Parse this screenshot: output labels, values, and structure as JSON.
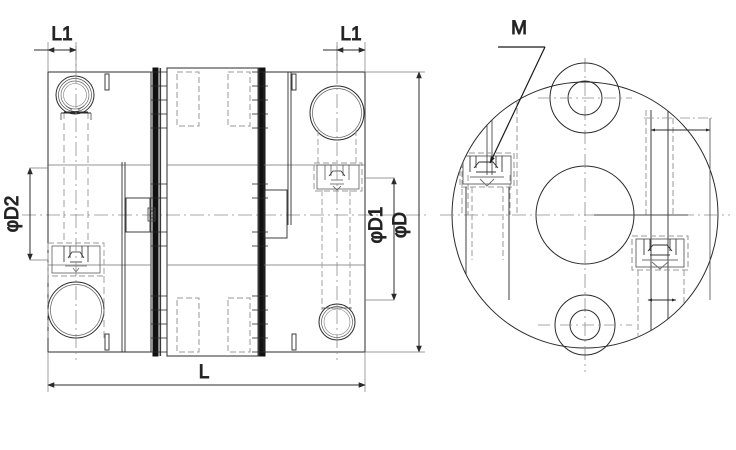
{
  "drawing": {
    "title": "Disc-pack shaft coupling assembly drawing",
    "type": "engineering-drawing",
    "background_color": "#ffffff",
    "line_color": "#2b2b2b",
    "hidden_line_color": "#8a8a8a",
    "center_line_color": "#7a7a7a",
    "plate_color": "#111111",
    "views": [
      {
        "name": "front-section-view",
        "position": "left"
      },
      {
        "name": "end-view",
        "position": "right"
      }
    ],
    "dimension_labels": [
      {
        "id": "l1-left",
        "text": "L1",
        "view": "front-section-view",
        "location": "top-left",
        "orientation": "horizontal"
      },
      {
        "id": "l1-right",
        "text": "L1",
        "view": "front-section-view",
        "location": "top-right",
        "orientation": "horizontal"
      },
      {
        "id": "phi-d2",
        "text": "φD2",
        "view": "front-section-view",
        "location": "left",
        "orientation": "vertical"
      },
      {
        "id": "phi-d1",
        "text": "φD1",
        "view": "front-section-view",
        "location": "right",
        "orientation": "vertical"
      },
      {
        "id": "phi-d",
        "text": "φD",
        "view": "front-section-view",
        "location": "right",
        "orientation": "vertical"
      },
      {
        "id": "l-total",
        "text": "L",
        "view": "front-section-view",
        "location": "bottom",
        "orientation": "horizontal"
      },
      {
        "id": "m-thread",
        "text": "M",
        "view": "end-view",
        "location": "top",
        "orientation": "horizontal",
        "leader": true
      }
    ],
    "callouts": [
      {
        "id": "m-thread-callout",
        "text": "M",
        "points_to": "clamping-screw-thread"
      }
    ]
  }
}
